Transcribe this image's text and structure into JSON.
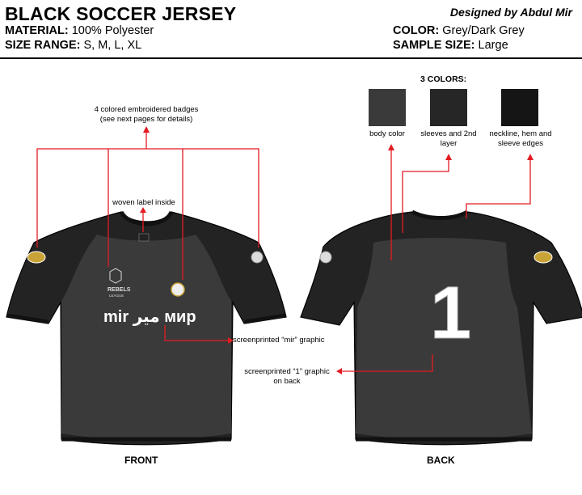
{
  "header": {
    "title": "BLACK SOCCER JERSEY",
    "designer": "Designed by Abdul Mir",
    "material_label": "MATERIAL:",
    "material_value": "100% Polyester",
    "size_label": "SIZE RANGE:",
    "size_value": "S, M, L, XL",
    "color_label": "COLOR:",
    "color_value": "Grey/Dark Grey",
    "sample_label": "SAMPLE SIZE:",
    "sample_value": "Large"
  },
  "colors": {
    "heading": "3 COLORS:",
    "swatches": [
      {
        "label": "body color",
        "hex": "#3a3a3a"
      },
      {
        "label": "sleeves and 2nd layer",
        "hex": "#262626"
      },
      {
        "label": "neckline, hem and sleeve edges",
        "hex": "#151515"
      }
    ],
    "callout": "#e31b23"
  },
  "front": {
    "badges_note_line1": "4 colored embroidered badges",
    "badges_note_line2": "(see next pages for details)",
    "label_note": "woven label inside",
    "graphic_text": "mir میر мир",
    "graphic_note": "screenprinted “mir” graphic",
    "league_badge_line1": "REBELS",
    "league_badge_line2": "LEAGUE",
    "view_label": "FRONT"
  },
  "back": {
    "number": "1",
    "number_note_line1": "screenprinted “1” graphic",
    "number_note_line2": "on back",
    "view_label": "BACK"
  }
}
